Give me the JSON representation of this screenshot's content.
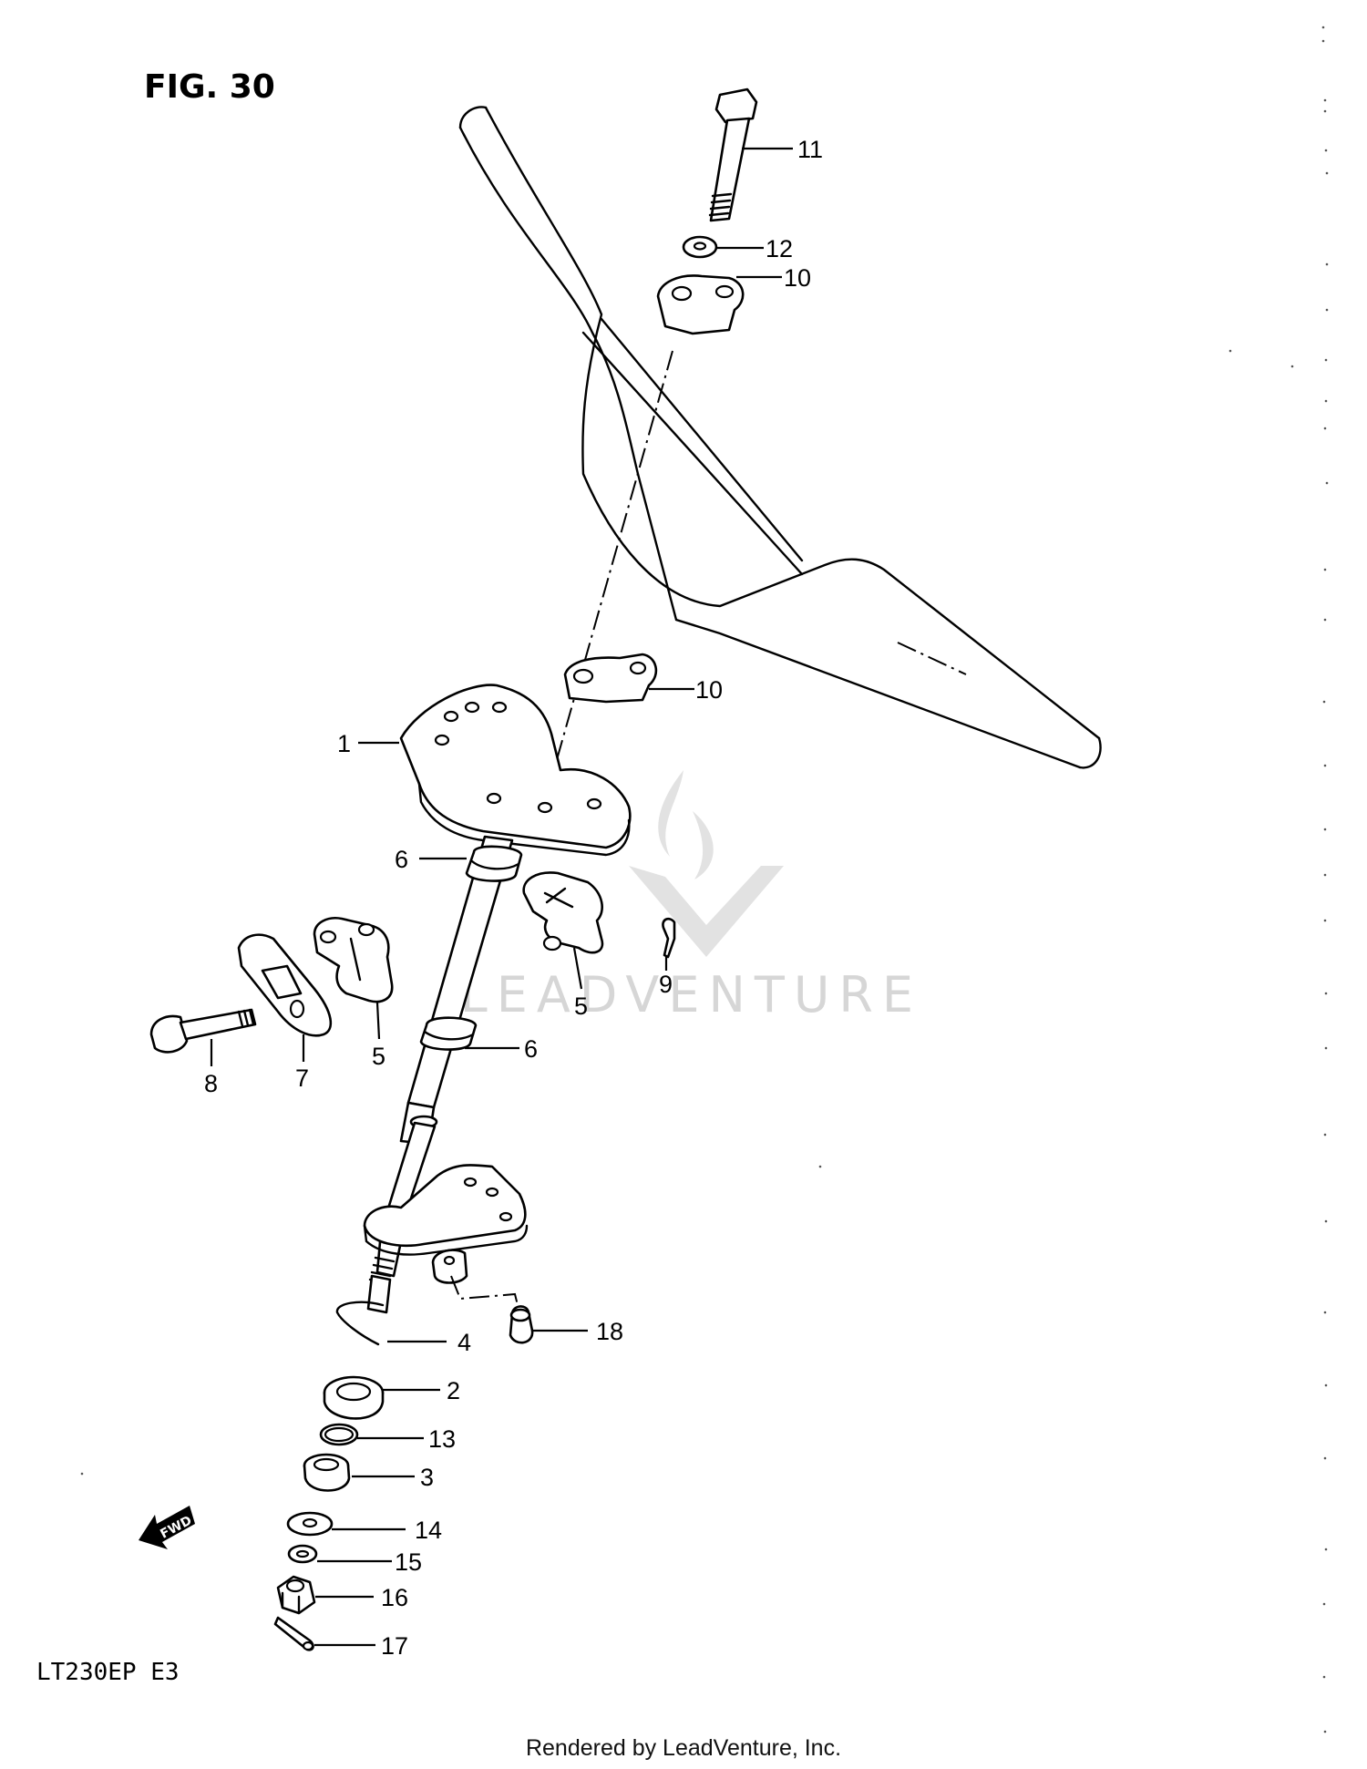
{
  "figure": {
    "title": "FIG. 30",
    "model_code": "LT230EP  E3",
    "footer": "Rendered by LeadVenture, Inc.",
    "watermark": "LEADVENTURE",
    "fwd_label": "FWD"
  },
  "callouts": {
    "c1": "1",
    "c2": "2",
    "c3": "3",
    "c4": "4",
    "c5a": "5",
    "c5b": "5",
    "c6a": "6",
    "c6b": "6",
    "c7": "7",
    "c8": "8",
    "c9": "9",
    "c10a": "10",
    "c10b": "10",
    "c11": "11",
    "c12": "12",
    "c13": "13",
    "c14": "14",
    "c15": "15",
    "c16": "16",
    "c17": "17",
    "c18": "18"
  },
  "colors": {
    "ink": "#000000",
    "background": "#ffffff",
    "watermark": "#d6d6d6"
  }
}
